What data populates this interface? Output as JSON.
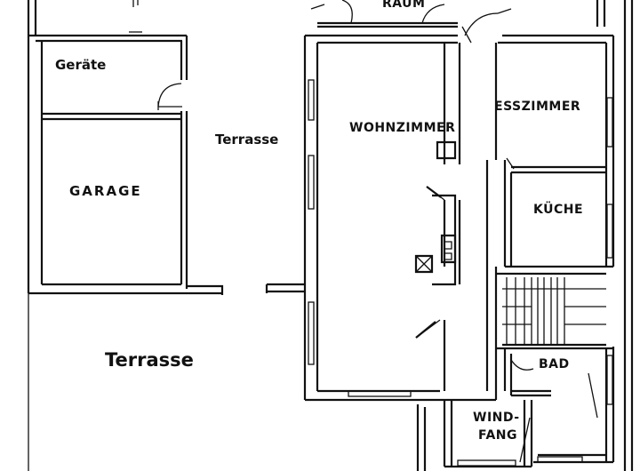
{
  "plan": {
    "rooms": {
      "raum_partial": "RAUM",
      "geraete": "Geräte",
      "garage": "GARAGE",
      "terrasse_top": "Terrasse",
      "terrasse_bottom": "Terrasse",
      "wohnzimmer": "WOHNZIMMER",
      "esszimmer": "ESSZIMMER",
      "kueche": "KÜCHE",
      "bad": "BAD",
      "windfang_line1": "WIND-",
      "windfang_line2": "FANG"
    }
  }
}
